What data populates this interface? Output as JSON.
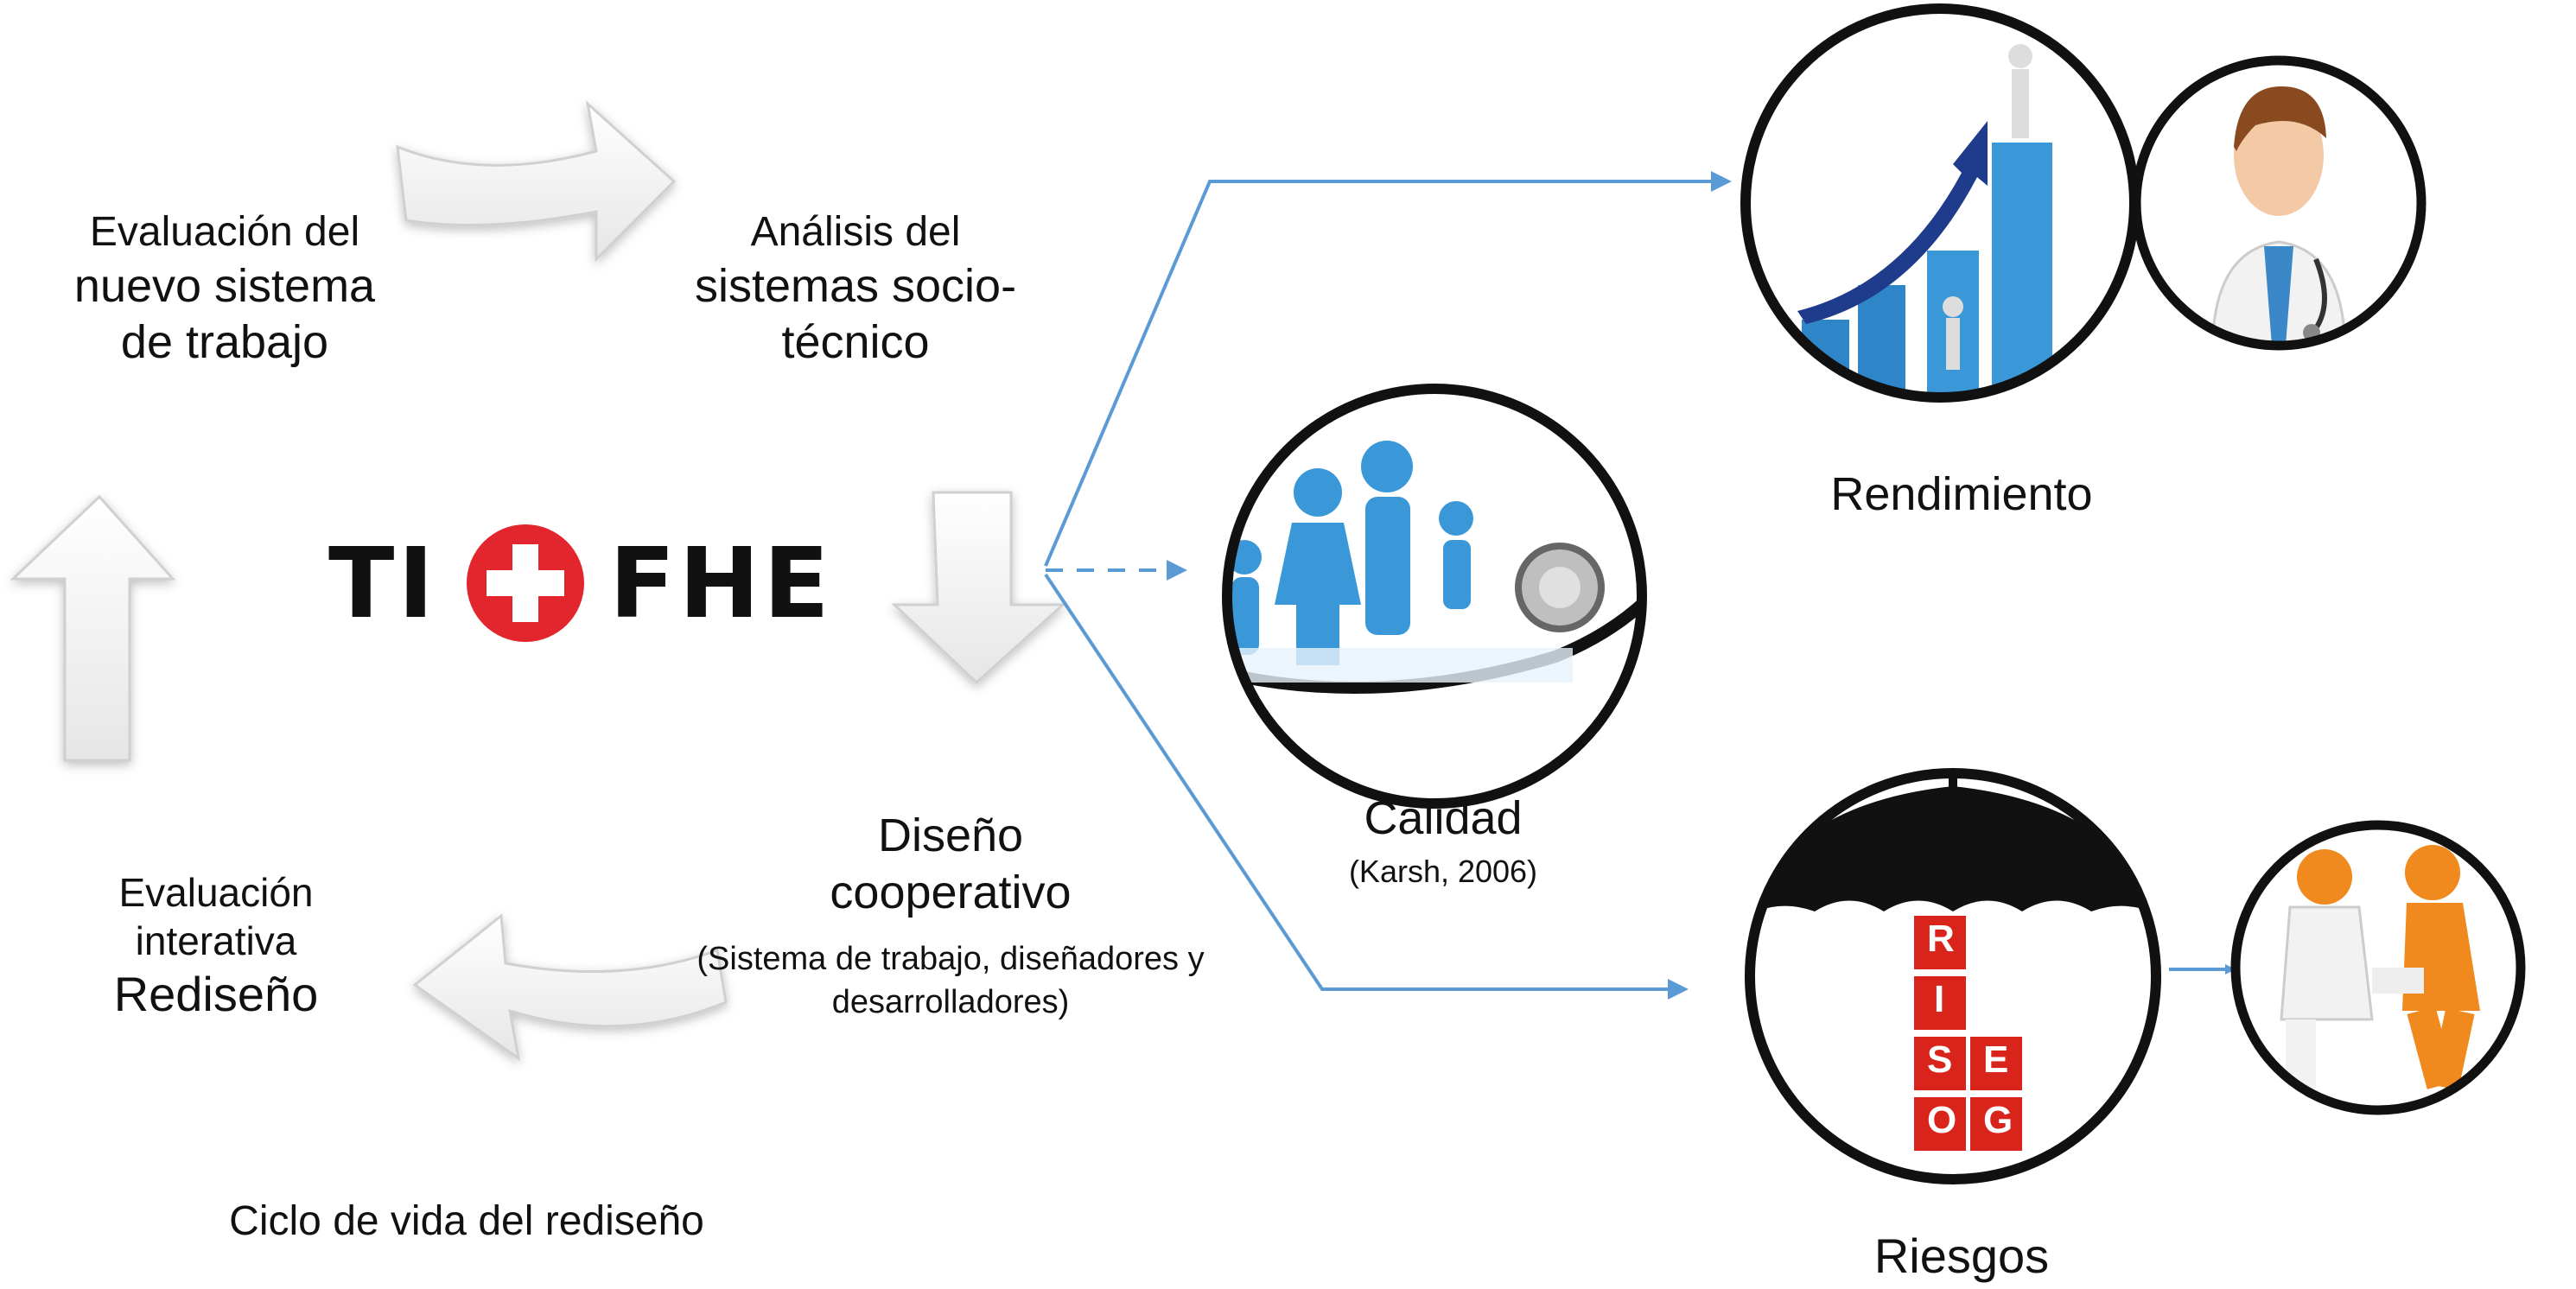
{
  "cycle": {
    "eval_nuevo": [
      "Evaluación del",
      "nuevo sistema",
      "de trabajo"
    ],
    "analisis": [
      "Análisis del",
      "sistemas socio-",
      "técnico"
    ],
    "diseno": {
      "title": [
        "Diseño",
        "cooperativo"
      ],
      "subtitle": [
        "(Sistema de trabajo, diseñadores y",
        "desarrolladores)"
      ]
    },
    "redisenio": [
      "Evaluación",
      "interativa",
      "Rediseño"
    ],
    "caption": "Ciclo de vida del rediseño"
  },
  "logo": {
    "left": "TI",
    "right": "FHE",
    "cross_color": "#e3262d"
  },
  "outcomes": {
    "rendimiento": "Rendimiento",
    "calidad": "Calidad",
    "calidad_cite": "(Karsh, 2006)",
    "riesgos": "Riesgos"
  },
  "images": {
    "rendimiento": "growth-bar-chart-icon",
    "doctor": "doctor-avatar-icon",
    "calidad": "family-stethoscope-icon",
    "riesgos": "umbrella-riesgos-blocks-icon",
    "injured": "injured-patient-icon",
    "umbrella_letters": [
      "R",
      "I",
      "E",
      "S",
      "G",
      "O"
    ]
  },
  "colors": {
    "connector": "#5b9bd5",
    "accent_blue": "#2e86c8"
  }
}
